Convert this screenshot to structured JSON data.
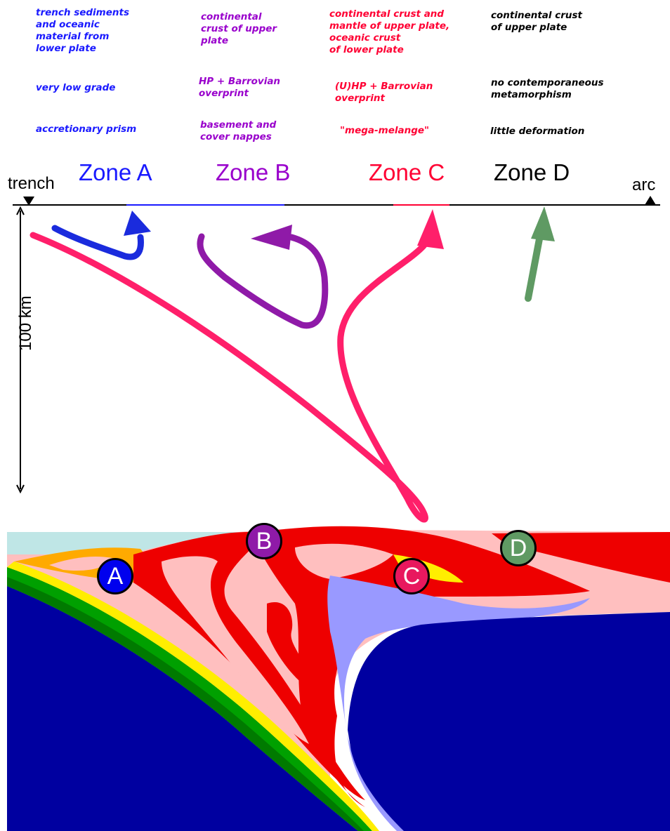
{
  "columns": {
    "a": {
      "origin": "trench sediments\nand oceanic\nmaterial from\nlower plate",
      "grade": "very low grade",
      "structure": "accretionary prism"
    },
    "b": {
      "origin": "continental\ncrust of upper\nplate",
      "grade": "HP + Barrovian\noverprint",
      "structure": "basement and\ncover nappes"
    },
    "c": {
      "origin": "continental crust and\nmantle of upper plate,\noceanic crust\nof lower plate",
      "grade": "(U)HP + Barrovian\noverprint",
      "structure": "\"mega-melange\""
    },
    "d": {
      "origin": "continental crust\nof upper plate",
      "grade": "no contemporaneous\nmetamorphism",
      "structure": "little deformation"
    }
  },
  "zones": {
    "a": "Zone A",
    "b": "Zone B",
    "c": "Zone C",
    "d": "Zone D"
  },
  "axis": {
    "left_label": "trench",
    "right_label": "arc",
    "depth_label": "100 km"
  },
  "badges": {
    "a": "A",
    "b": "B",
    "c": "C",
    "d": "D"
  },
  "colors": {
    "zone_a": "#1a1aff",
    "zone_b": "#9900cc",
    "zone_c": "#ff0033",
    "zone_d": "#000000",
    "path_a": "#1a2bdd",
    "path_b": "#8f1aa8",
    "path_c": "#ff1f6a",
    "path_d": "#5f9a63",
    "mantle": "#0000a0",
    "crust_upper": "#ffbfbf",
    "crust_red": "#ee0000",
    "sediment": "#ffee00",
    "slab_green": "#00a000",
    "oceanic_crust": "#9999ff",
    "sea": "#bfe6e6"
  }
}
